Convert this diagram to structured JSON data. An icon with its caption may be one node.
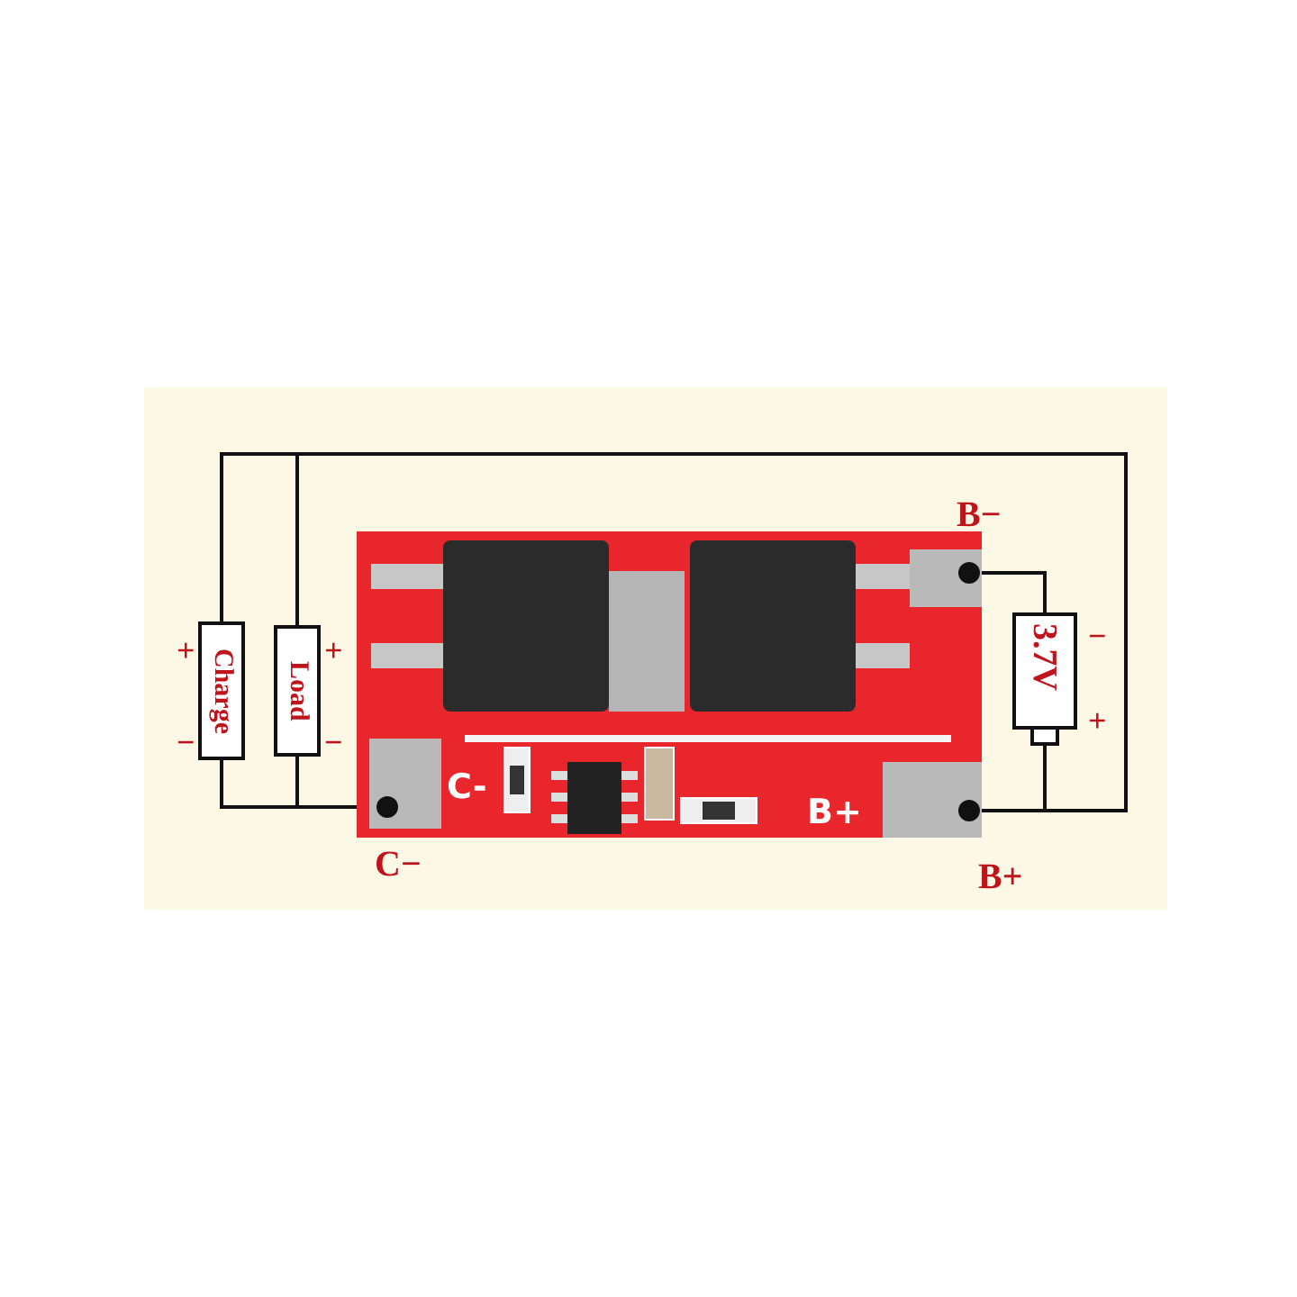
{
  "diagram": {
    "nodes": [
      {
        "text": [
          "Charge"
        ],
        "beside": [
          "+",
          "−"
        ]
      },
      {
        "text": [
          "Load"
        ],
        "beside": [
          "+",
          "−"
        ]
      },
      {
        "text": [],
        "shape": "picture"
      },
      {
        "text": [],
        "shape": "box",
        "in": 2,
        "beside": [
          "C-",
          "C−"
        ]
      },
      {
        "text": [],
        "shape": "box",
        "in": 2,
        "beside": [
          "B−"
        ]
      },
      {
        "text": [],
        "shape": "box",
        "in": 2,
        "beside": [
          "B+",
          "B+"
        ]
      },
      {
        "text": [
          "3.7V"
        ],
        "beside": [
          "−",
          "+"
        ]
      }
    ],
    "edges": [
      {
        "from": 0,
        "to": 5,
        "arrow": "none"
      },
      {
        "from": 1,
        "to": 5,
        "arrow": "none"
      },
      {
        "from": 0,
        "to": 3,
        "arrow": "none"
      },
      {
        "from": 1,
        "to": 3,
        "arrow": "none"
      },
      {
        "from": 6,
        "to": 4,
        "arrow": "none"
      },
      {
        "from": 6,
        "to": 5,
        "arrow": "none"
      }
    ]
  }
}
